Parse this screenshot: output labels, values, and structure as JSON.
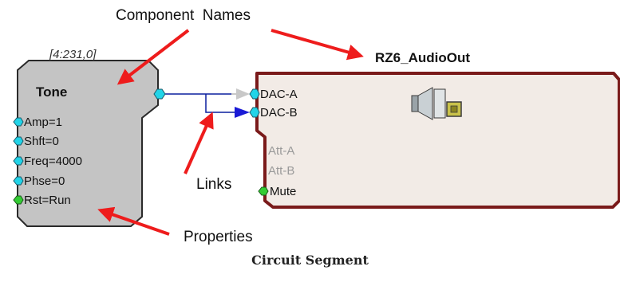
{
  "annotations": {
    "component_names": "Component  Names",
    "links": "Links",
    "properties": "Properties"
  },
  "caption": "Circuit Segment",
  "tone": {
    "id_label": "[4:231,0]",
    "title": "Tone",
    "inputs": [
      {
        "label": "Amp=1"
      },
      {
        "label": "Shft=0"
      },
      {
        "label": "Freq=4000"
      },
      {
        "label": "Phse=0"
      },
      {
        "label": "Rst=Run"
      }
    ]
  },
  "audio_out": {
    "title": "RZ6_AudioOut",
    "inputs": [
      {
        "label": "DAC-A",
        "enabled": true
      },
      {
        "label": "DAC-B",
        "enabled": true
      },
      {
        "label": "Att-A",
        "enabled": false
      },
      {
        "label": "Att-B",
        "enabled": false
      },
      {
        "label": "Mute",
        "enabled": true
      }
    ],
    "icon": "speaker-icon"
  },
  "colors": {
    "tone_fill": "#c4c4c4",
    "audio_fill": "#f2ebe6",
    "audio_border": "#7a1a1a",
    "port_cyan": "#22d4e8",
    "port_green": "#33cc33",
    "link_blue": "#0a1f9e",
    "link_gray": "#c8c8c8",
    "arrow_red": "#ee1c1c"
  }
}
